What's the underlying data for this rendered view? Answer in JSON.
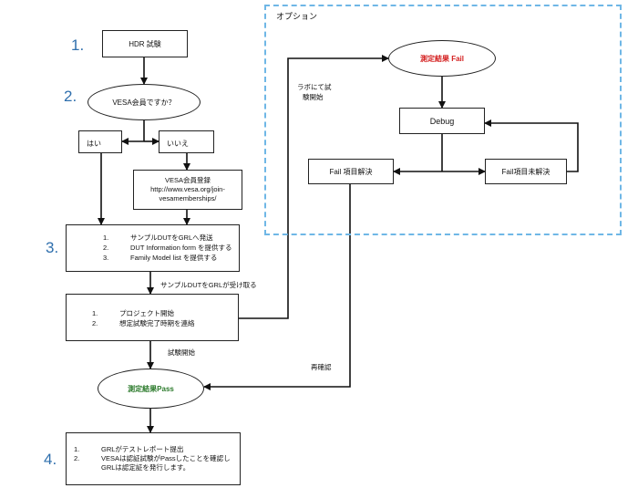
{
  "steps": [
    "1.",
    "2.",
    "3.",
    "4."
  ],
  "nodes": {
    "hdr_test": "HDR 試験",
    "vesa_member_question": "VESA会員ですか？",
    "yes": "はい",
    "no": "いいえ",
    "vesa_registration": {
      "line1": "VESA会員登録",
      "line2": "http://www.vesa.org/join-",
      "line3": "vesamemberships/"
    },
    "step3_list": [
      {
        "num": "1.",
        "text": "サンプルDUTをGRLへ発送"
      },
      {
        "num": "2.",
        "text": "DUT Information form を提供する"
      },
      {
        "num": "3.",
        "text": "Family Model list を提供する"
      }
    ],
    "project_list": [
      {
        "num": "1.",
        "text": "プロジェクト開始"
      },
      {
        "num": "2.",
        "text": "想定試験完了時期を連絡"
      }
    ],
    "result_pass": "測定結果Pass",
    "step4_list": [
      {
        "num": "1.",
        "text": "GRLがテストレポート提出"
      },
      {
        "num": "2.",
        "text": "VESAは認証試験がPassしたことを確認し"
      },
      {
        "num": "",
        "text": "GRLは認定証を発行します。"
      }
    ],
    "option_title": "オプション",
    "result_fail": "測定結果 Fail",
    "debug": "Debug",
    "fail_resolved": "Fail 項目解決",
    "fail_unresolved": "Fail項目未解決"
  },
  "edge_labels": {
    "sample_received": "サンプルDUTをGRLが受け取る",
    "test_start": "試験開始",
    "lab_test_start_1": "ラボにて試",
    "lab_test_start_2": "験開始",
    "reconfirm": "再確認"
  }
}
